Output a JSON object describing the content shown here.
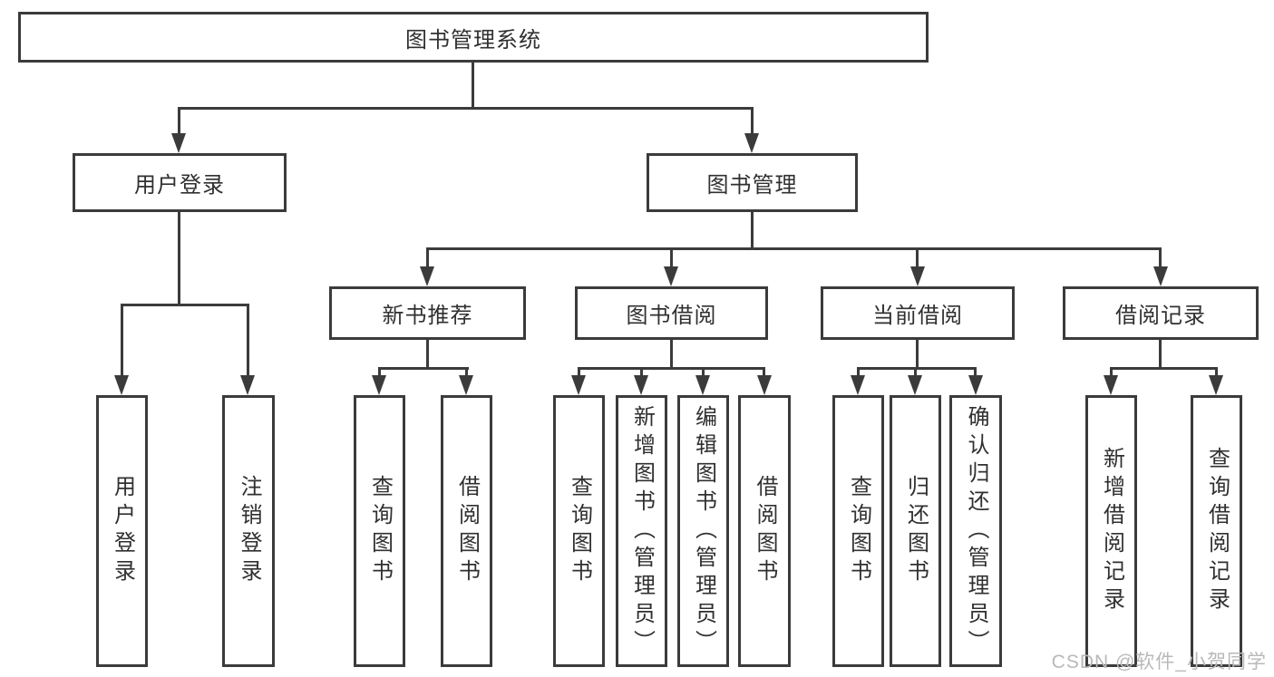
{
  "tree": {
    "root": {
      "label": "图书管理系统"
    },
    "level2": [
      {
        "label": "用户登录"
      },
      {
        "label": "图书管理"
      }
    ],
    "login_children": [
      {
        "label": "用户登录"
      },
      {
        "label": "注销登录"
      }
    ],
    "groups": [
      {
        "label": "新书推荐",
        "children": [
          {
            "label": "查询图书"
          },
          {
            "label": "借阅图书"
          }
        ]
      },
      {
        "label": "图书借阅",
        "children": [
          {
            "label": "查询图书"
          },
          {
            "label": "新增图书（管理员）"
          },
          {
            "label": "编辑图书（管理员）"
          },
          {
            "label": "借阅图书"
          }
        ]
      },
      {
        "label": "当前借阅",
        "children": [
          {
            "label": "查询图书"
          },
          {
            "label": "归还图书"
          },
          {
            "label": "确认归还（管理员）"
          }
        ]
      },
      {
        "label": "借阅记录",
        "children": [
          {
            "label": "新增借阅记录"
          },
          {
            "label": "查询借阅记录"
          }
        ]
      }
    ]
  },
  "watermark": "CSDN @软件_小贺同学",
  "colors": {
    "line": "#3b3b3b",
    "text": "#303030",
    "watermark": "#b9b9b9",
    "background": "#ffffff"
  }
}
